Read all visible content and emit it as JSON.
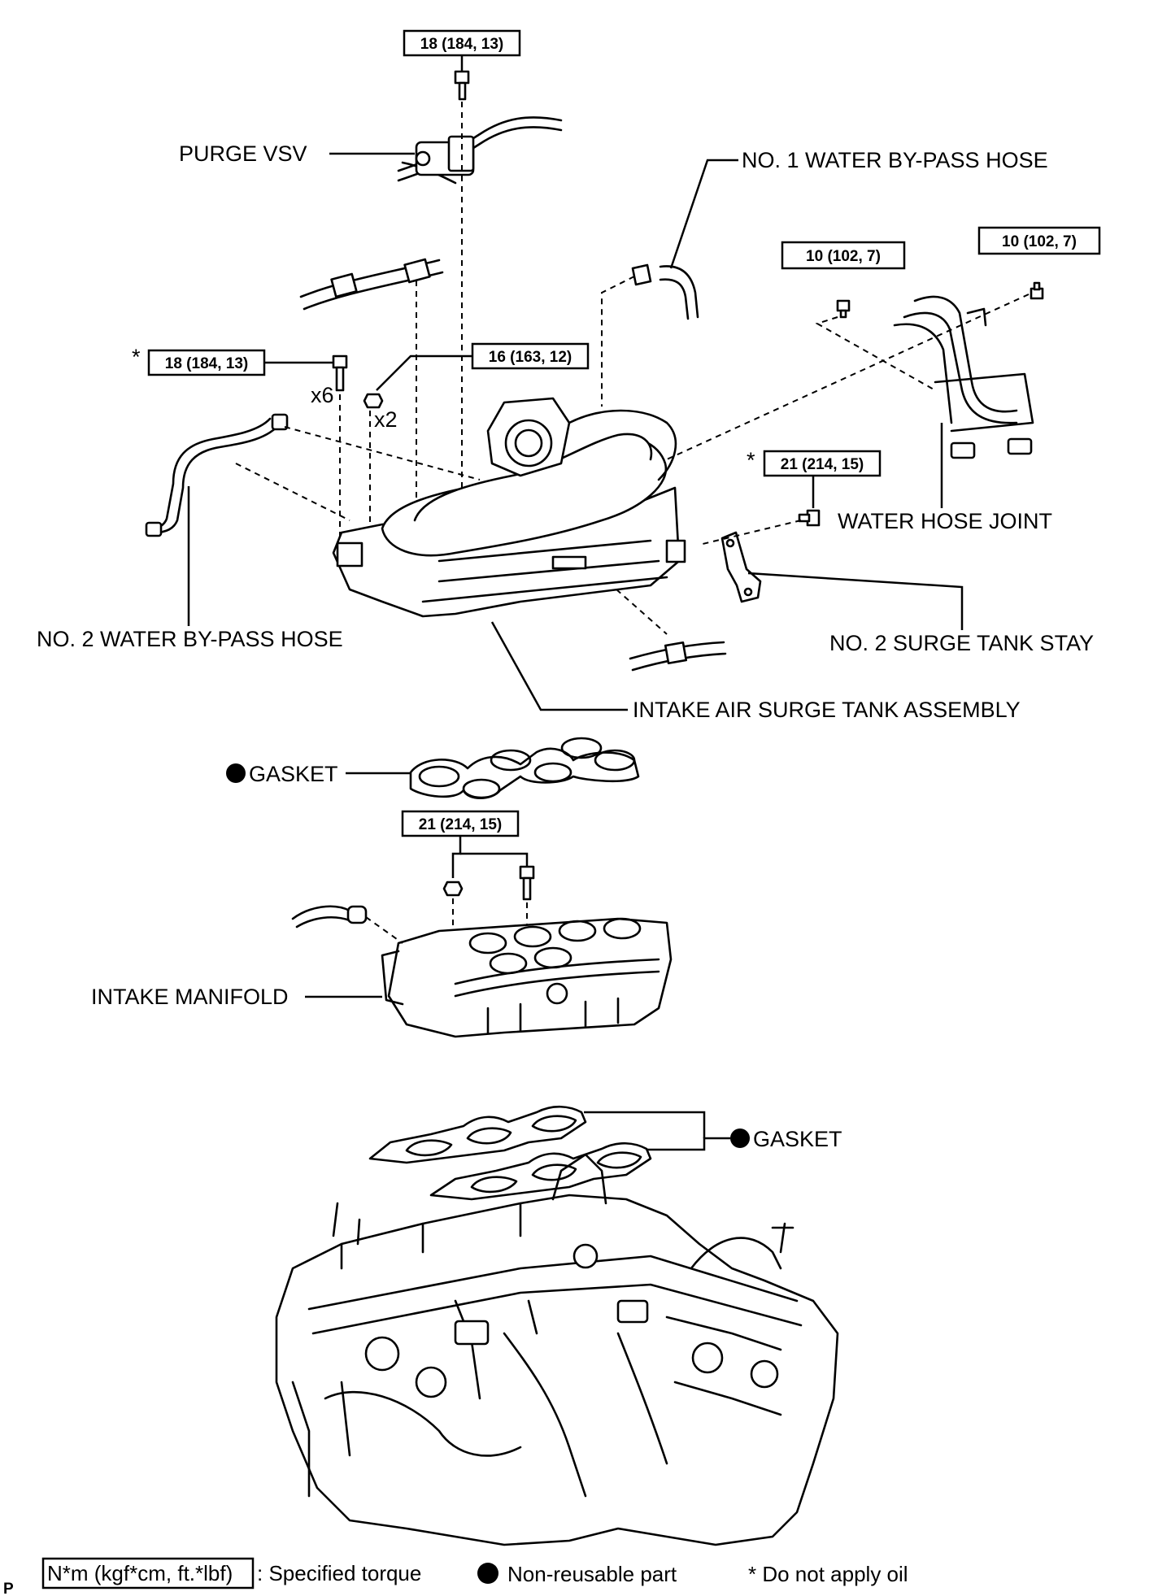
{
  "labels": {
    "purge_vsv": "PURGE VSV",
    "no1_water_bypass_hose": "NO. 1 WATER BY-PASS HOSE",
    "water_hose_joint": "WATER HOSE JOINT",
    "no2_water_bypass_hose": "NO. 2 WATER BY-PASS HOSE",
    "no2_surge_tank_stay": "NO. 2 SURGE TANK STAY",
    "intake_air_surge_tank_assembly": "INTAKE AIR SURGE TANK ASSEMBLY",
    "gasket_upper": "GASKET",
    "intake_manifold": "INTAKE MANIFOLD",
    "gasket_lower": "GASKET"
  },
  "torques": {
    "purge_vsv_bolt": "18 (184, 13)",
    "water_joint_bolt_left": "10 (102, 7)",
    "water_joint_bolt_right": "10 (102, 7)",
    "surge_tank_bolts": "18 (184, 13)",
    "surge_tank_nuts": "16 (163, 12)",
    "surge_tank_stay_bolt": "21 (214, 15)",
    "intake_manifold_fasteners": "21 (214, 15)"
  },
  "marks": {
    "asterisk": "*",
    "qty_bolts": "x6",
    "qty_nuts": "x2"
  },
  "legend": {
    "torque_units": "N*m (kgf*cm, ft.*lbf)",
    "torque_desc": ": Specified torque",
    "non_reusable": "Non-reusable part",
    "no_oil": "* Do not apply oil"
  },
  "corner_code": "P"
}
